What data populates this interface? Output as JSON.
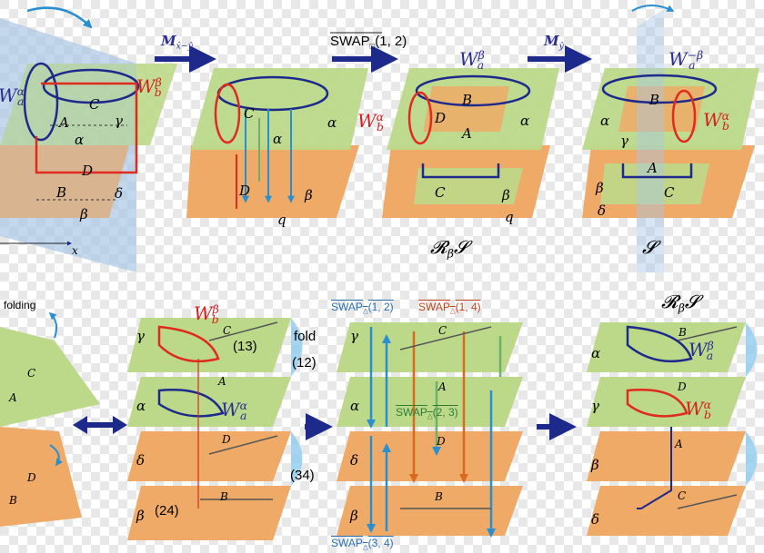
{
  "colors": {
    "checker_light": "#ffffff",
    "checker_dark": "#e8e8e8",
    "green_plane": "#bcd98a",
    "orange_plane": "#eeaa66",
    "blue_accent": "#1d2a8c",
    "red_accent": "#e02a1e",
    "light_blue": "#6fb8e8"
  },
  "icons": [
    "rotation-arrow-icon",
    "right-arrow-icon",
    "double-arrow-icon"
  ],
  "top_row": {
    "panel1": {
      "W_a": "W",
      "W_a_sub": "a",
      "W_a_sup": "α",
      "W_b": "W",
      "W_b_sub": "b",
      "W_b_sup": "β",
      "letters": [
        "A",
        "C",
        "γ",
        "α",
        "D",
        "B",
        "δ",
        "β"
      ],
      "axis_label": "x"
    },
    "arrow1": {
      "op": "M",
      "op_sub": "x̂−ŷ"
    },
    "panel2": {
      "letters": [
        "α",
        "C",
        "α",
        "D",
        "β",
        "q"
      ]
    },
    "arrow2": {
      "op": "SWAP",
      "op_sub": "□",
      "op_args": "(1, 2)"
    },
    "panel3": {
      "W_a": "W",
      "W_a_sub": "a",
      "W_a_sup": "β",
      "W_b": "W",
      "W_b_sub": "b",
      "W_b_sup": "α",
      "letters": [
        "B",
        "D",
        "A",
        "α",
        "C",
        "q",
        "β"
      ],
      "caption": "𝓡",
      "caption_sub": "β",
      "caption_tail": "𝓢"
    },
    "arrow3": {
      "op": "M",
      "op_sub": "ŷ"
    },
    "panel4": {
      "W_a": "W",
      "W_a_sub": "a",
      "W_a_sup": "−β",
      "W_b": "W",
      "W_b_sub": "b",
      "W_b_sup": "α",
      "letters": [
        "B",
        "α",
        "γ",
        "A",
        "C",
        "β",
        "δ"
      ],
      "caption": "𝓢"
    }
  },
  "bottom_row": {
    "folding": "folding",
    "left_letters": [
      "C",
      "A",
      "D",
      "B"
    ],
    "panel5": {
      "W_b": "W",
      "W_b_sub": "b",
      "W_b_sup": "β",
      "W_a": "W",
      "W_a_sub": "a",
      "W_a_sup": "α",
      "letters": [
        "γ",
        "C",
        "α",
        "A",
        "δ",
        "D",
        "β",
        "B"
      ],
      "n13": "(13)",
      "fold": "fold",
      "n12": "(12)",
      "n34": "(34)",
      "n24": "(24)"
    },
    "panel6": {
      "swap1": "SWAP",
      "swap1_sub": "△",
      "swap1_args": "(1, 2)",
      "swap2": "SWAP",
      "swap2_sub": "△",
      "swap2_args": "(1, 4)",
      "swap3": "SWAP",
      "swap3_sub": "△",
      "swap3_args": "(2, 3)",
      "swap4": "SWAP",
      "swap4_sub": "△",
      "swap4_args": "(3, 4)",
      "letters": [
        "γ",
        "C",
        "α",
        "A",
        "δ",
        "D",
        "β",
        "B"
      ]
    },
    "panel7": {
      "caption": "𝓡",
      "caption_sub": "β",
      "caption_tail": "𝓢",
      "W_a": "W",
      "W_a_sub": "a",
      "W_a_sup": "β",
      "W_b": "W",
      "W_b_sub": "b",
      "W_b_sup": "α",
      "letters": [
        "α",
        "B",
        "γ",
        "D",
        "A",
        "β",
        "C",
        "δ"
      ]
    }
  }
}
